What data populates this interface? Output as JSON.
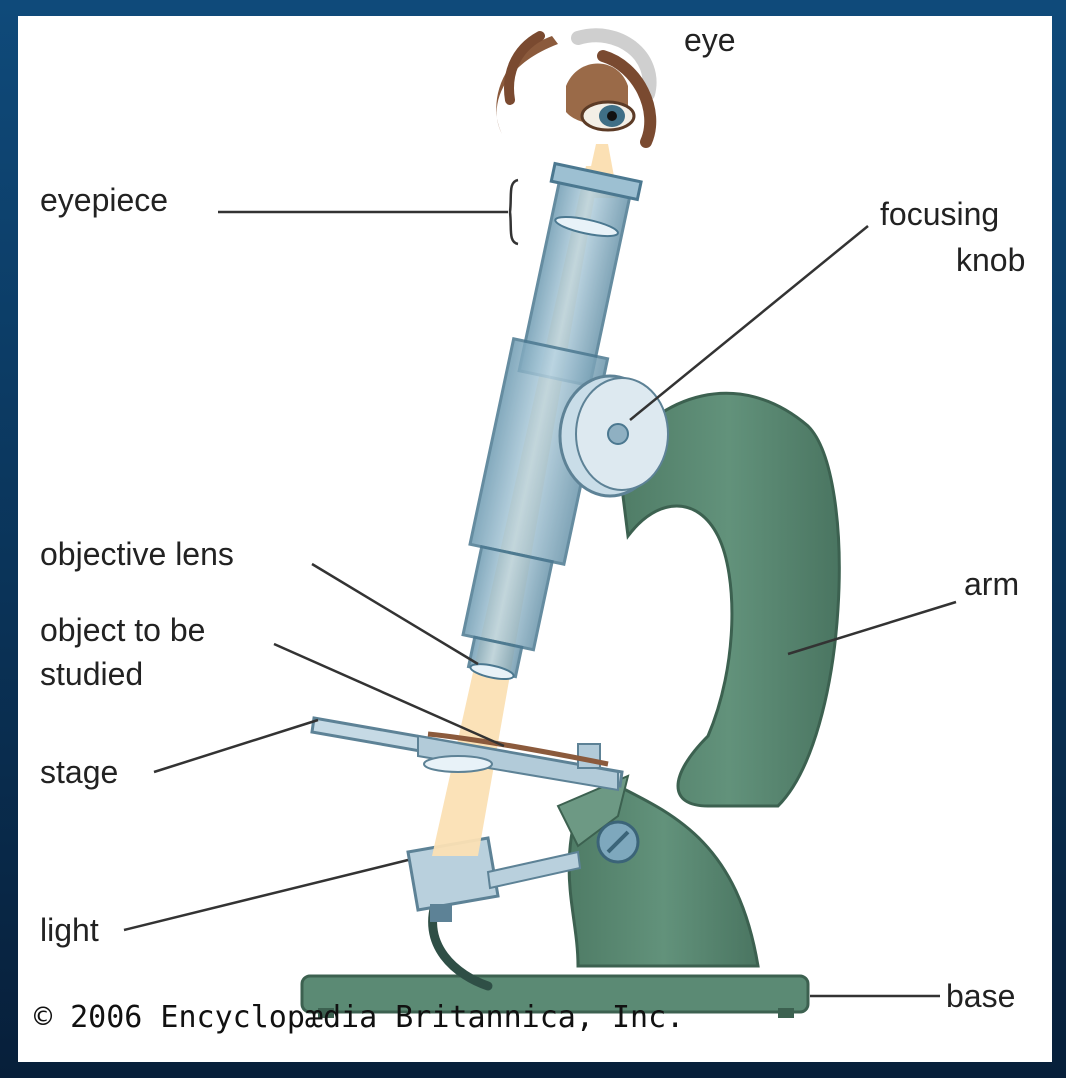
{
  "labels": {
    "eye": "eye",
    "eyepiece": "eyepiece",
    "focusing_knob_line1": "focusing",
    "focusing_knob_line2": "knob",
    "objective_lens": "objective lens",
    "object_line1": "object to be",
    "object_line2": "studied",
    "arm": "arm",
    "stage": "stage",
    "light": "light",
    "base": "base"
  },
  "copyright": "© 2006 Encyclopædia Britannica, Inc.",
  "colors": {
    "frame": "#0a3358",
    "body_green": "#5b8a74",
    "tube_blue": "#8fb6c9",
    "light_beam": "#fbe0b4",
    "leader_line": "#333333"
  }
}
